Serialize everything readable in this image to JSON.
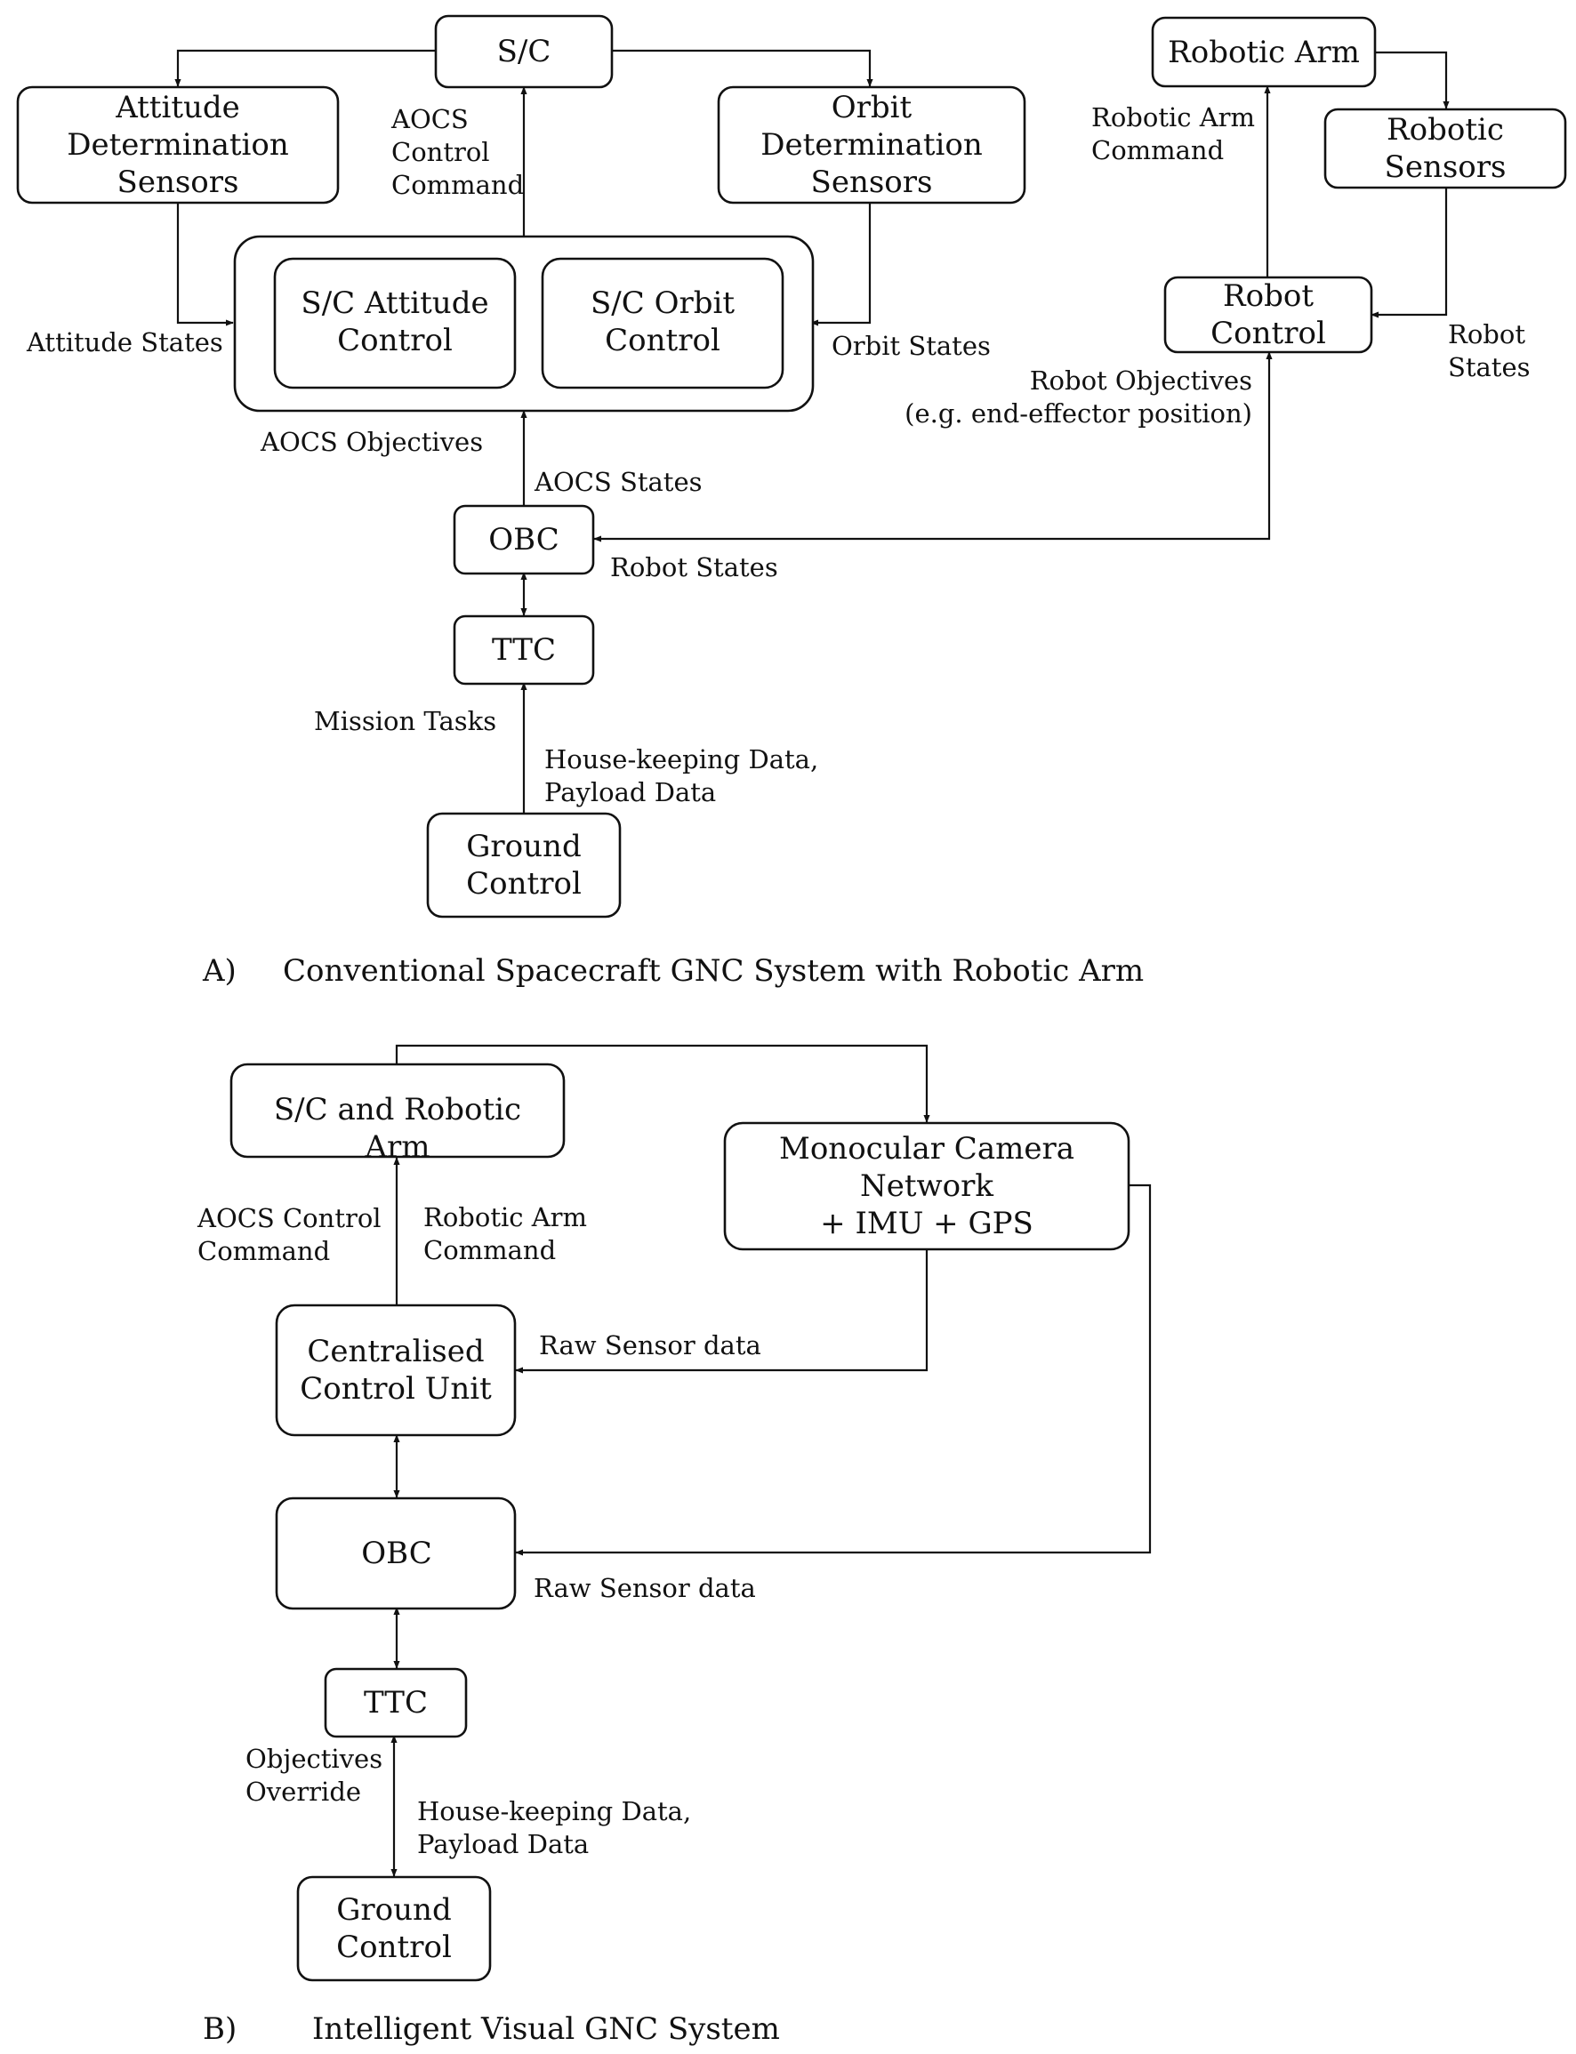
{
  "colors": {
    "stroke": "#111111",
    "background": "#ffffff"
  },
  "partA": {
    "caption_letter": "A)",
    "caption_text": "Conventional Spacecraft GNC System with Robotic Arm",
    "boxes": {
      "sc": [
        "S/C"
      ],
      "attitude_sensors": [
        "Attitude",
        "Determination",
        "Sensors"
      ],
      "orbit_sensors": [
        "Orbit",
        "Determination",
        "Sensors"
      ],
      "attitude_control": [
        "S/C Attitude",
        "Control"
      ],
      "orbit_control": [
        "S/C Orbit",
        "Control"
      ],
      "obc": [
        "OBC"
      ],
      "ttc": [
        "TTC"
      ],
      "ground_control": [
        "Ground",
        "Control"
      ],
      "robotic_arm": [
        "Robotic Arm"
      ],
      "robotic_sensors": [
        "Robotic",
        "Sensors"
      ],
      "robot_control": [
        "Robot",
        "Control"
      ]
    },
    "labels": {
      "aocs_control_command": [
        "AOCS",
        "Control",
        "Command"
      ],
      "attitude_states": [
        "Attitude States"
      ],
      "orbit_states": [
        "Orbit States"
      ],
      "aocs_objectives": [
        "AOCS Objectives"
      ],
      "aocs_states": [
        "AOCS States"
      ],
      "robot_states_obc": [
        "Robot States"
      ],
      "mission_tasks": [
        "Mission Tasks"
      ],
      "housekeeping": [
        "House-keeping Data,",
        "Payload Data"
      ],
      "robotic_arm_command": [
        "Robotic Arm",
        "Command"
      ],
      "robot_states_right": [
        "Robot",
        "States"
      ],
      "robot_objectives": [
        "Robot Objectives",
        "(e.g. end-effector position)"
      ]
    }
  },
  "partB": {
    "caption_letter": "B)",
    "caption_text": "Intelligent Visual GNC System",
    "boxes": {
      "sc_arm": [
        "S/C and Robotic",
        "Arm"
      ],
      "camera": [
        "Monocular Camera",
        "Network",
        "+ IMU + GPS"
      ],
      "ccu": [
        "Centralised",
        "Control Unit"
      ],
      "obc": [
        "OBC"
      ],
      "ttc": [
        "TTC"
      ],
      "ground_control": [
        "Ground",
        "Control"
      ]
    },
    "labels": {
      "aocs_control_command": [
        "AOCS Control",
        "Command"
      ],
      "robotic_arm_command": [
        "Robotic Arm",
        "Command"
      ],
      "raw_sensor_ccu": [
        "Raw Sensor data"
      ],
      "raw_sensor_obc": [
        "Raw Sensor data"
      ],
      "objectives_override": [
        "Objectives",
        "Override"
      ],
      "housekeeping": [
        "House-keeping Data,",
        "Payload Data"
      ]
    }
  }
}
